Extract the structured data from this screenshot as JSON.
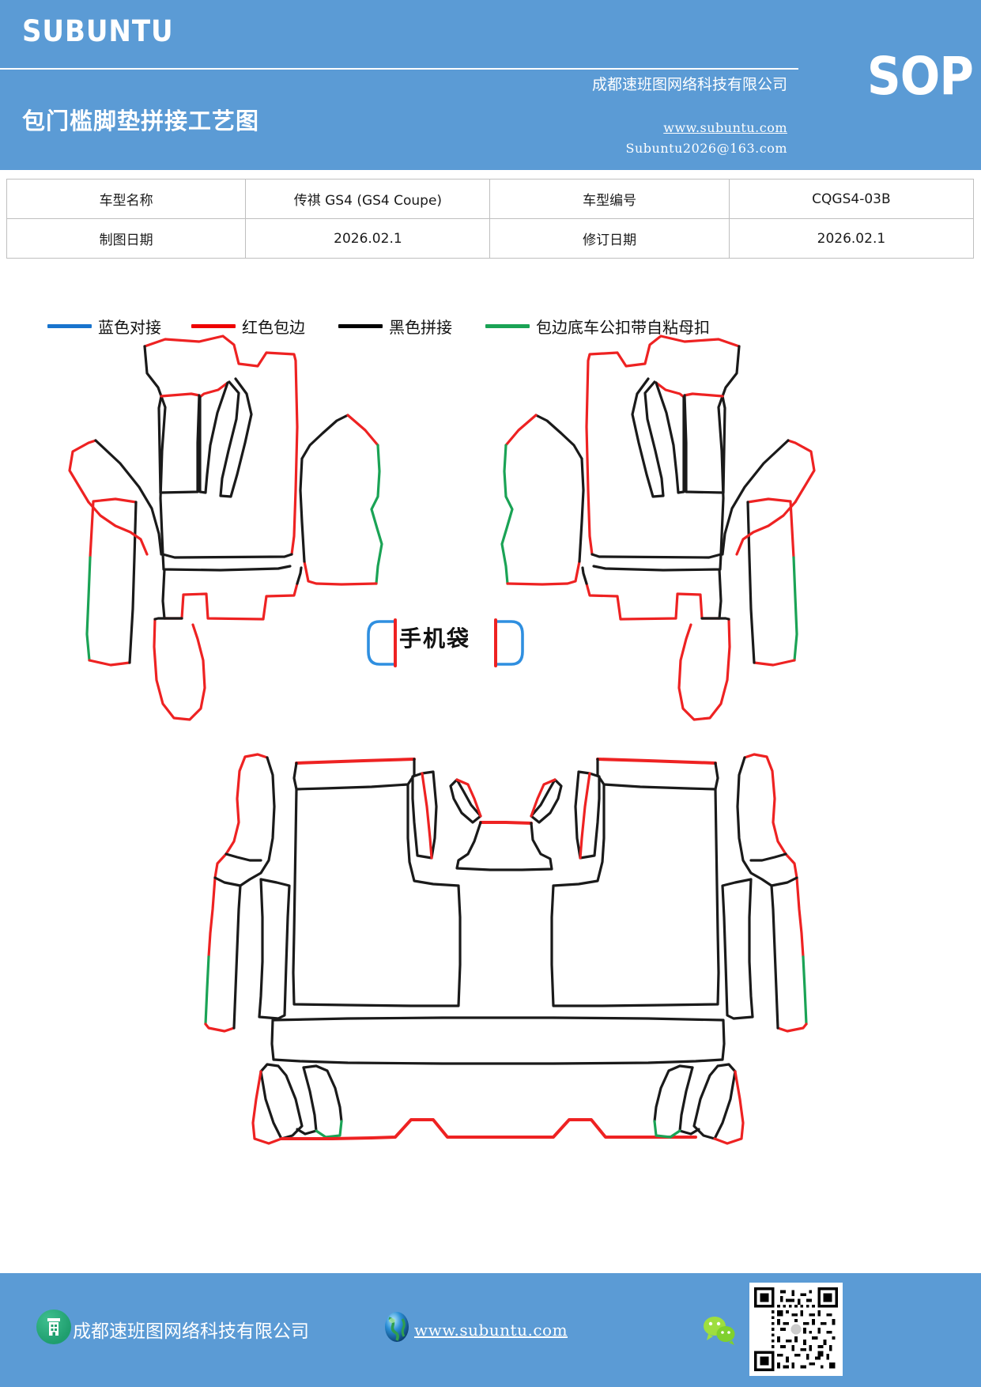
{
  "header": {
    "brand": "SUBUNTU",
    "doc_title": "包门槛脚垫拼接工艺图",
    "company": "成都速班图网络科技有限公司",
    "url": "www.subuntu.com",
    "email": "Subuntu2026@163.com",
    "badge": "SOP",
    "bg_color": "#5b9bd5"
  },
  "info_table": {
    "rows": [
      {
        "label1": "车型名称",
        "value1": "传祺 GS4 (GS4 Coupe)",
        "label2": "车型编号",
        "value2": "CQGS4-03B"
      },
      {
        "label1": "制图日期",
        "value1": "2026.02.1",
        "label2": "修订日期",
        "value2": "2026.02.1"
      }
    ]
  },
  "legend": {
    "items": [
      {
        "color": "#1874cd",
        "label": "蓝色对接",
        "name": "blue-butt-joint"
      },
      {
        "color": "#ee0000",
        "label": "红色包边",
        "name": "red-edge-binding"
      },
      {
        "color": "#000000",
        "label": "黑色拼接",
        "name": "black-splice"
      },
      {
        "color": "#1aa355",
        "label": "包边底车公扣带自粘母扣",
        "name": "green-hook-loop-fastener"
      }
    ]
  },
  "diagram": {
    "pocket_label": "手机袋",
    "pieces": [
      {
        "name": "front-left-mat-assembly",
        "desc": "左前脚垫拼接件组"
      },
      {
        "name": "front-right-mat-assembly",
        "desc": "右前脚垫拼接件组"
      },
      {
        "name": "rear-mat-assembly",
        "desc": "后排脚垫拼接件组"
      }
    ],
    "stroke_colors": {
      "black": "#1a1a1a",
      "red": "#ee2222",
      "green": "#1aa355",
      "blue": "#2f8fe0"
    }
  },
  "footer": {
    "company": "成都速班图网络科技有限公司",
    "url": "www.subuntu.com",
    "bg_color": "#5b9bd5",
    "icons": {
      "building": "building-icon",
      "globe": "globe-icon",
      "wechat": "wechat-icon",
      "qr": "qr-code-icon"
    }
  }
}
